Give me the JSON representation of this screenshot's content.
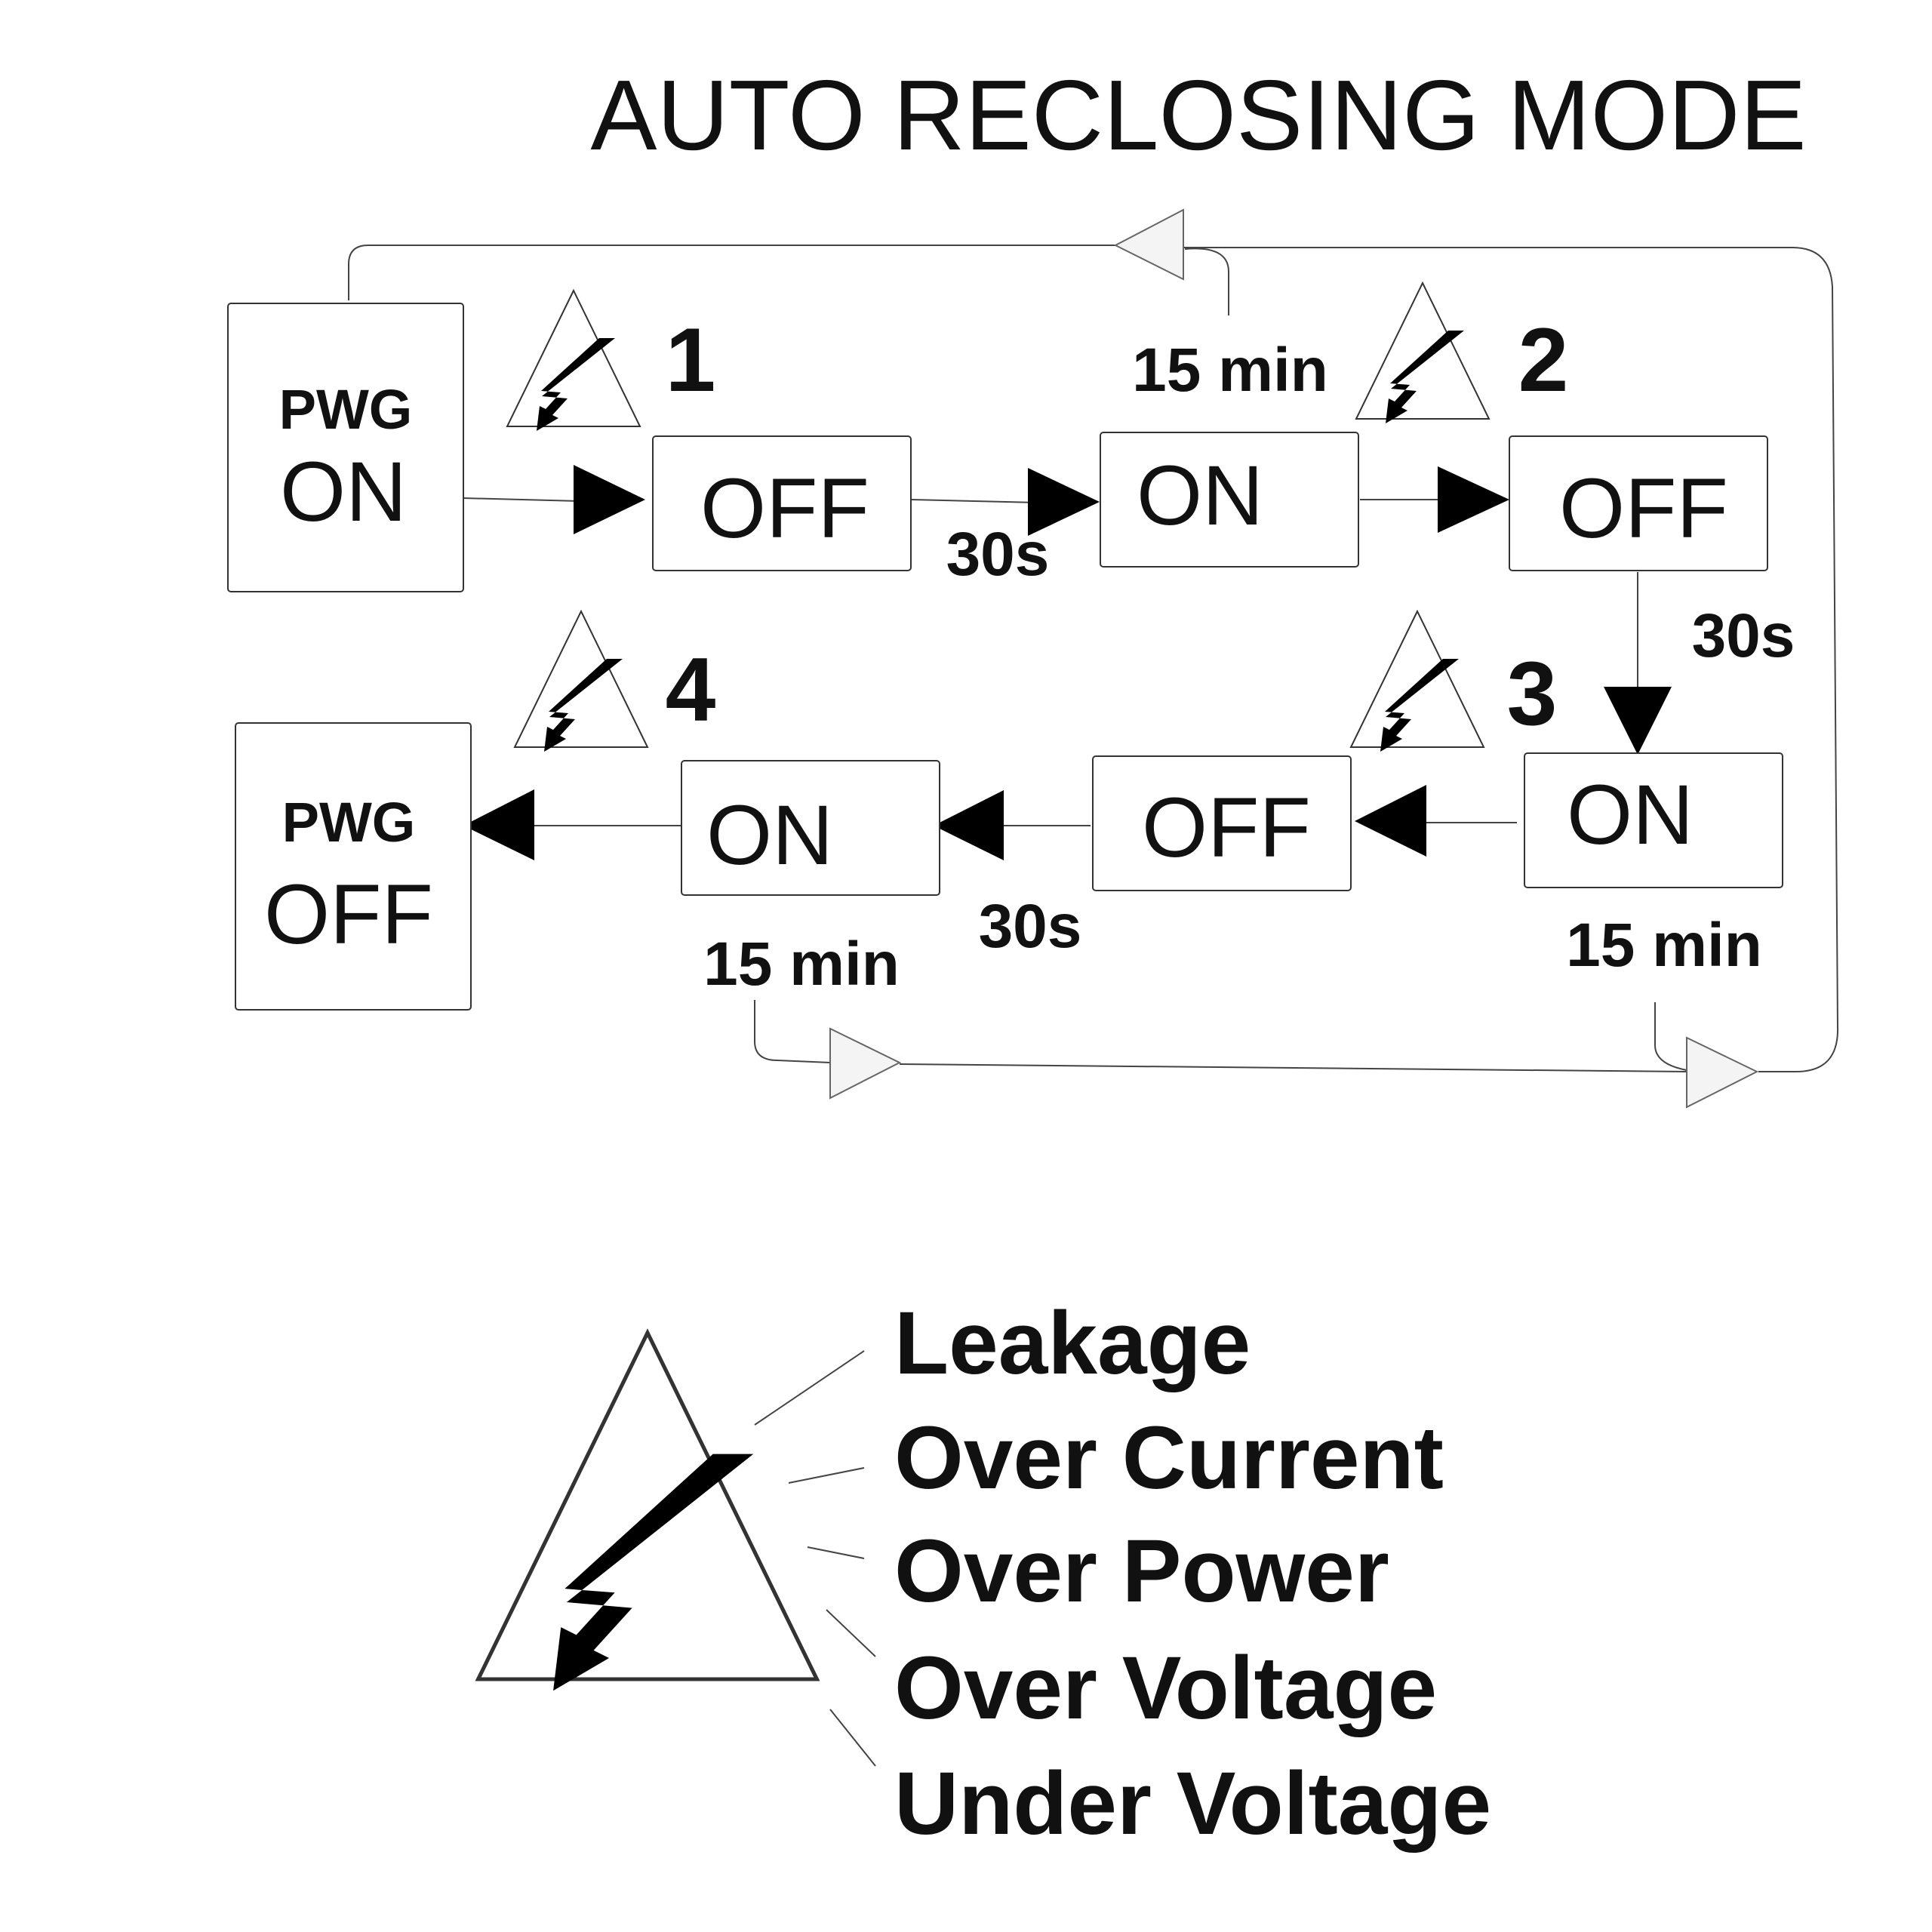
{
  "title": "AUTO RECLOSING MODE",
  "start": {
    "label": "PWG",
    "state": "ON"
  },
  "end": {
    "label": "PWG",
    "state": "OFF"
  },
  "steps": [
    {
      "number": "1",
      "off": "OFF",
      "on": "ON",
      "delay_off_on": "30s",
      "retry_delay": "15 min"
    },
    {
      "number": "2",
      "off": "OFF",
      "on": "ON",
      "delay_off_on": "30s",
      "retry_delay": "15 min"
    },
    {
      "number": "3",
      "off": "OFF",
      "on": "ON",
      "delay_off_on": "30s",
      "retry_delay": "15 min"
    },
    {
      "number": "4"
    }
  ],
  "legend": {
    "items": [
      "Leakage",
      "Over Current",
      "Over Power",
      "Over Voltage",
      "Under Voltage"
    ]
  },
  "colors": {
    "ink": "#111111",
    "arrow": "#000000",
    "background": "#ffffff"
  },
  "icons": {
    "fault": "warning-bolt-icon",
    "flow": "arrow-icon"
  }
}
